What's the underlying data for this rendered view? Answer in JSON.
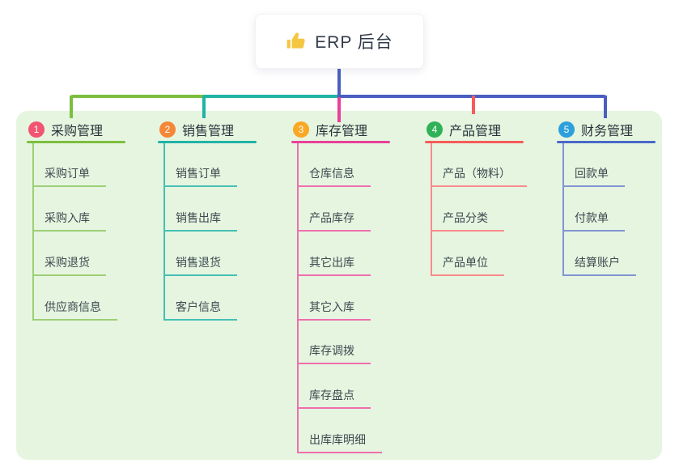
{
  "root": {
    "title": "ERP 后台",
    "icon": "thumbs-up-icon"
  },
  "colors": {
    "canvas_panel": "#e6f5e0",
    "root_connector": "#4a5fc1",
    "branch_1_line": "#7cbf3f",
    "branch_1_child_line": "#9ccf76",
    "branch_1_badge": "#f25571",
    "branch_2_line": "#21b3a6",
    "branch_2_child_line": "#45c0b5",
    "branch_2_badge": "#f58738",
    "branch_3_line": "#e8409a",
    "branch_3_child_line": "#ef6fae",
    "branch_3_badge": "#f9a825",
    "branch_4_line": "#f75b5b",
    "branch_4_child_line": "#f98b8b",
    "branch_4_badge": "#2fb257",
    "branch_5_line": "#4968c8",
    "branch_5_child_line": "#8294d2",
    "branch_5_badge": "#2ba0dc",
    "thumb_icon": "#f4c642"
  },
  "branches": [
    {
      "number": "1",
      "title": "采购管理",
      "children": [
        "采购订单",
        "采购入库",
        "采购退货",
        "供应商信息"
      ]
    },
    {
      "number": "2",
      "title": "销售管理",
      "children": [
        "销售订单",
        "销售出库",
        "销售退货",
        "客户信息"
      ]
    },
    {
      "number": "3",
      "title": "库存管理",
      "children": [
        "仓库信息",
        "产品库存",
        "其它出库",
        "其它入库",
        "库存调拨",
        "库存盘点",
        "出库库明细"
      ]
    },
    {
      "number": "4",
      "title": "产品管理",
      "children": [
        "产品（物料）",
        "产品分类",
        "产品单位"
      ]
    },
    {
      "number": "5",
      "title": "财务管理",
      "children": [
        "回款单",
        "付款单",
        "结算账户"
      ]
    }
  ]
}
